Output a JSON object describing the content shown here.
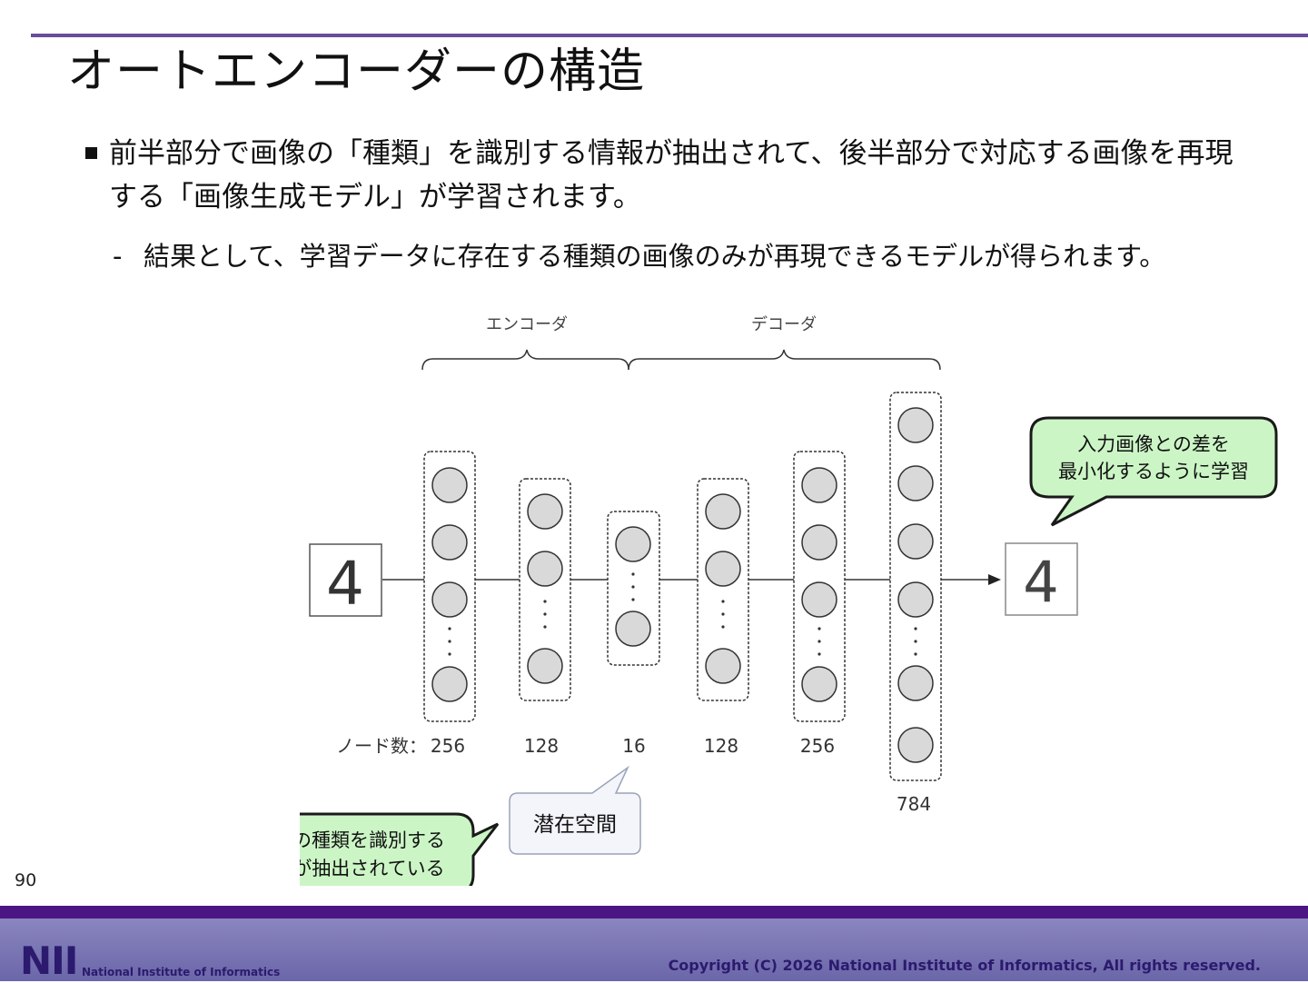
{
  "slide": {
    "title": "オートエンコーダーの構造",
    "bullet": "前半部分で画像の「種類」を識別する情報が抽出されて、後半部分で対応する画像を再現する「画像生成モデル」が学習されます。",
    "sub_marker": "-",
    "sub_bullet": "結果として、学習データに存在する種類の画像のみが再現できるモデルが得られます。",
    "page_number": "90"
  },
  "diagram": {
    "encoder_label": "エンコーダ",
    "decoder_label": "デコーダ",
    "node_count_prefix": "ノード数：",
    "layer_sizes": [
      "256",
      "128",
      "16",
      "128",
      "256",
      "784"
    ],
    "input_digit": "4",
    "output_digit": "4",
    "dots": "・"
  },
  "callouts": {
    "loss_line1": "入力画像との差を",
    "loss_line2": "最小化するように学習",
    "latent": "潜在空間",
    "encoder_line1": "画像の種類を識別する",
    "encoder_line2": "情報が抽出されている"
  },
  "footer": {
    "logo": "NII",
    "logo_sub": "National Institute of Informatics",
    "copyright": "Copyright (C) 2026 National Institute of Informatics, All rights reserved."
  },
  "colors": {
    "accent_rule": "#6a4c9c",
    "footer_bar": "#4b1583",
    "callout_fill": "#ccf5c6",
    "node_fill": "#d9d9d9"
  }
}
